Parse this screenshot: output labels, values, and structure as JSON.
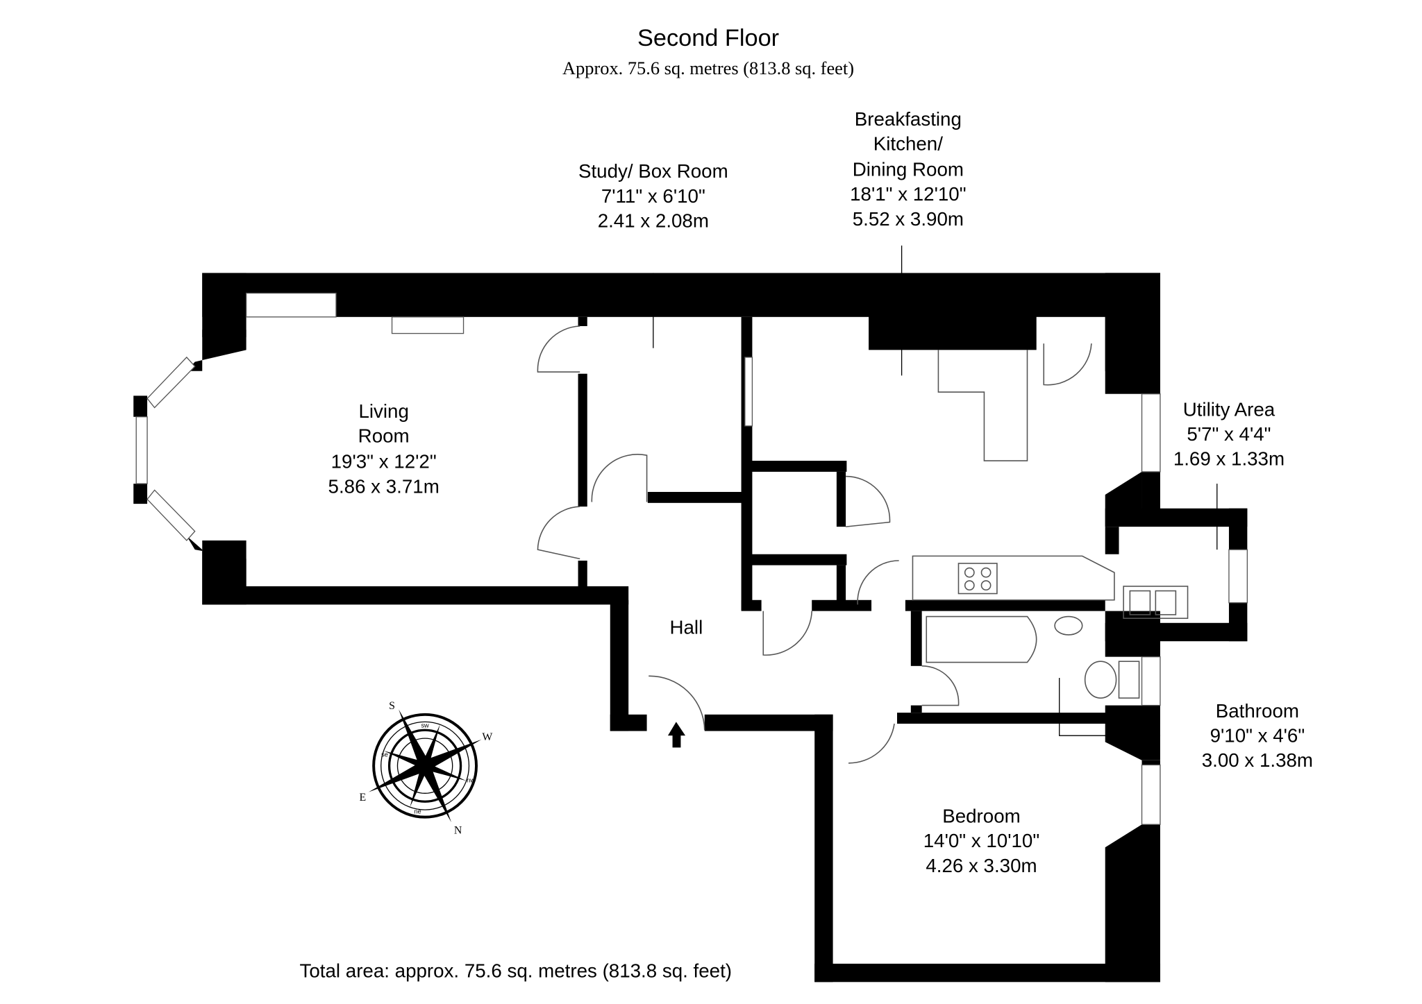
{
  "header": {
    "title": "Second Floor",
    "subtitle": "Approx. 75.6 sq. metres (813.8 sq. feet)"
  },
  "rooms": [
    {
      "name_lines": [
        "Living",
        "Room"
      ],
      "imperial": "19'3\" x 12'2\"",
      "metric": "5.86 x 3.71m"
    },
    {
      "name_lines": [
        "Study/ Box Room"
      ],
      "imperial": "7'11\" x 6'10\"",
      "metric": "2.41 x 2.08m"
    },
    {
      "name_lines": [
        "Breakfasting",
        "Kitchen/",
        "Dining Room"
      ],
      "imperial": "18'1\" x 12'10\"",
      "metric": "5.52 x 3.90m"
    },
    {
      "name_lines": [
        "Utility Area"
      ],
      "imperial": "5'7\" x 4'4\"",
      "metric": "1.69 x 1.33m"
    },
    {
      "name_lines": [
        "Bathroom"
      ],
      "imperial": "9'10\" x 4'6\"",
      "metric": "3.00 x 1.38m"
    },
    {
      "name_lines": [
        "Bedroom"
      ],
      "imperial": "14'0\" x 10'10\"",
      "metric": "4.26 x 3.30m"
    },
    {
      "name_lines": [
        "Hall"
      ]
    }
  ],
  "compass": {
    "n": "N",
    "s": "S",
    "e": "E",
    "w": "W",
    "ne": "ne",
    "nw": "nw",
    "se": "se",
    "sw": "sw"
  },
  "footer": {
    "total_area": "Total area: approx. 75.6 sq. metres (813.8 sq. feet)"
  }
}
